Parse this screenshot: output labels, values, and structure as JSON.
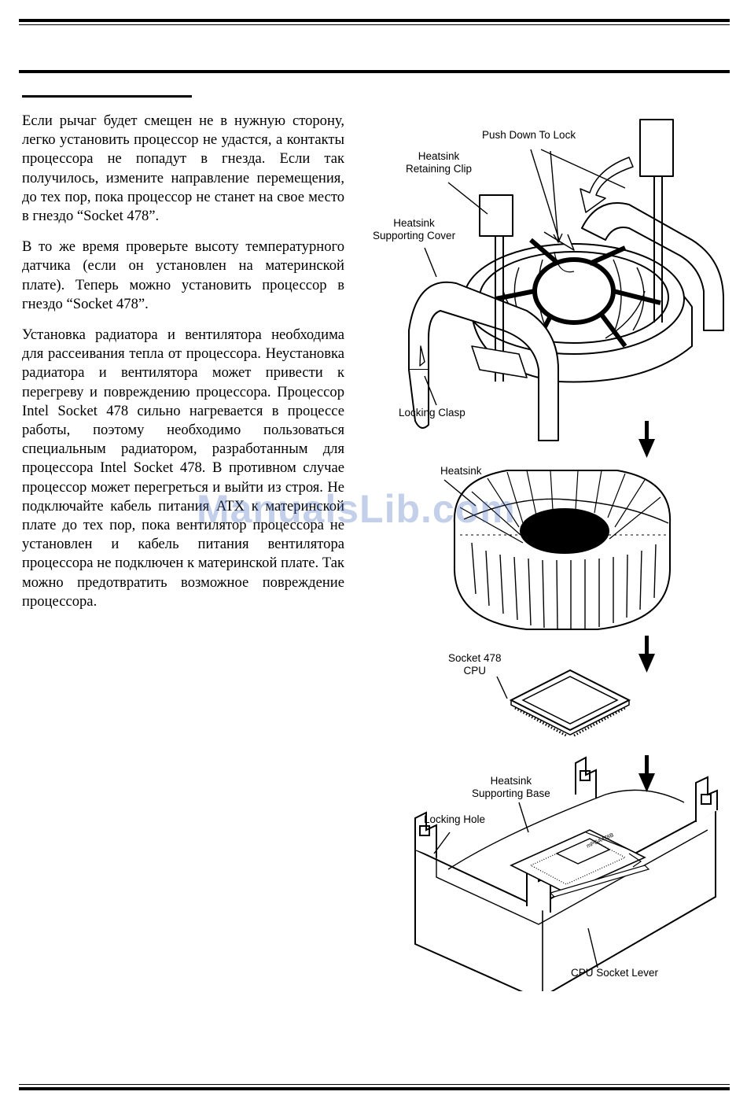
{
  "body_text": {
    "p1": "Если рычаг будет смещен не в нужную сторону, легко установить процессор не удастся, а контакты процессора не попадут в гнезда. Если так получилось, измените направление перемещения, до тех пор, пока процессор не станет на свое место в гнездо “Socket 478”.",
    "p2": "В то же время проверьте высоту температурного датчика (если он установлен на материнской плате). Теперь можно установить процессор в гнездо “Socket 478”.",
    "p3": "Установка радиатора и вентилятора необходима для рассеивания тепла от процессора. Неустановка радиатора и вентилятора может привести к перегреву и повреждению процессора. Процессор Intel Socket 478 сильно нагревается в процессе работы, поэтому необходимо пользоваться специальным радиатором, разработанным для процессора Intel Socket 478. В противном случае процессор может перегреться и выйти из строя. Не подключайте кабель питания ATX к материнской плате до тех пор, пока вентилятор процессора не установлен и кабель питания вентилятора процессора не подключен к материнской плате. Так можно предотвратить возможное повреждение процессора."
  },
  "watermark": "ManualsLib.com",
  "figure_labels": {
    "push_down": "Push Down To Lock",
    "retaining_clip_1": "Heatsink",
    "retaining_clip_2": "Retaining Clip",
    "supporting_cover_1": "Heatsink",
    "supporting_cover_2": "Supporting Cover",
    "locking_clasp": "Locking Clasp",
    "heatsink": "Heatsink",
    "cpu_1": "Socket 478",
    "cpu_2": "CPU",
    "supporting_base_1": "Heatsink",
    "supporting_base_2": "Supporting Base",
    "locking_hole": "Locking Hole",
    "socket_lever": "CPU Socket Lever",
    "chip_marking": "mPGA478B"
  }
}
